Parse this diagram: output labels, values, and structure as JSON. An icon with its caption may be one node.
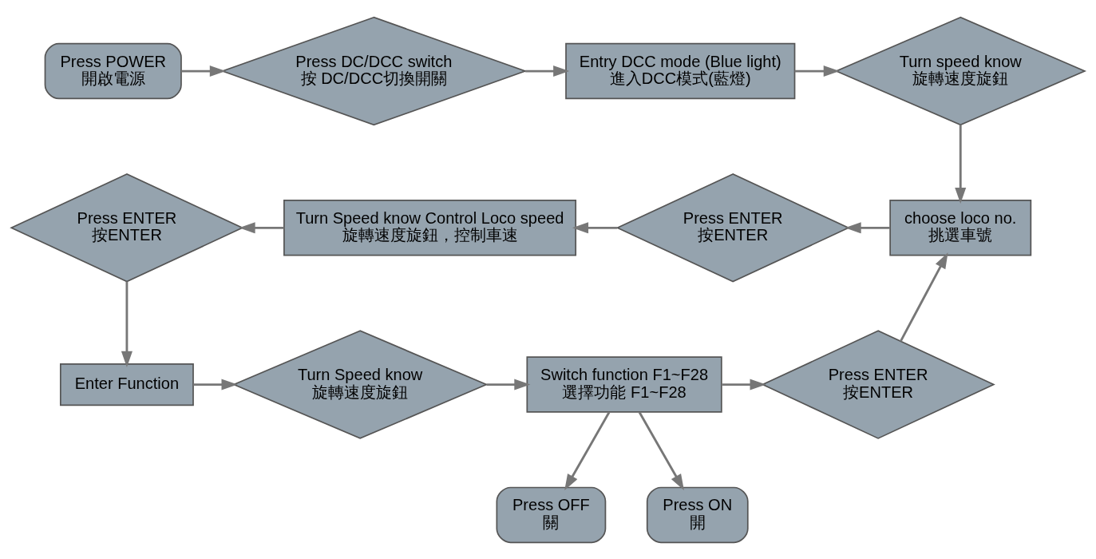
{
  "diagram": {
    "nodes": [
      {
        "text": [
          "Press POWER",
          "開啟電源"
        ]
      },
      {
        "text": [
          "Press DC/DCC switch",
          "按 DC/DCC切換開關"
        ]
      },
      {
        "text": [
          "Entry DCC mode (Blue light)",
          "進入DCC模式(藍燈)"
        ]
      },
      {
        "text": [
          "Turn speed know",
          "旋轉速度旋鈕"
        ]
      },
      {
        "text": [
          "choose loco no.",
          "挑選車號"
        ]
      },
      {
        "text": [
          "Press ENTER",
          "按ENTER"
        ]
      },
      {
        "text": [
          "Turn Speed know Control Loco speed",
          "旋轉速度旋鈕，控制車速"
        ]
      },
      {
        "text": [
          "Press ENTER",
          "按ENTER"
        ]
      },
      {
        "text": [
          "Enter Function"
        ]
      },
      {
        "text": [
          "Turn Speed know",
          "旋轉速度旋鈕"
        ]
      },
      {
        "text": [
          "Switch function F1~F28",
          "選擇功能 F1~F28"
        ]
      },
      {
        "text": [
          "Press ENTER",
          "按ENTER"
        ]
      },
      {
        "text": [
          "Press OFF",
          "關"
        ]
      },
      {
        "text": [
          "Press ON",
          "開"
        ]
      }
    ],
    "edges": [
      {
        "from": 0,
        "to": 1,
        "arrow": "to"
      },
      {
        "from": 1,
        "to": 2,
        "arrow": "to"
      },
      {
        "from": 2,
        "to": 3,
        "arrow": "to"
      },
      {
        "from": 3,
        "to": 4,
        "arrow": "to"
      },
      {
        "from": 4,
        "to": 5,
        "arrow": "to"
      },
      {
        "from": 5,
        "to": 6,
        "arrow": "to"
      },
      {
        "from": 6,
        "to": 7,
        "arrow": "to"
      },
      {
        "from": 7,
        "to": 8,
        "arrow": "to"
      },
      {
        "from": 8,
        "to": 9,
        "arrow": "to"
      },
      {
        "from": 9,
        "to": 10,
        "arrow": "to"
      },
      {
        "from": 10,
        "to": 11,
        "arrow": "to"
      },
      {
        "from": 11,
        "to": 4,
        "arrow": "to"
      },
      {
        "from": 10,
        "to": 12,
        "arrow": "to"
      },
      {
        "from": 10,
        "to": 13,
        "arrow": "to"
      }
    ]
  }
}
